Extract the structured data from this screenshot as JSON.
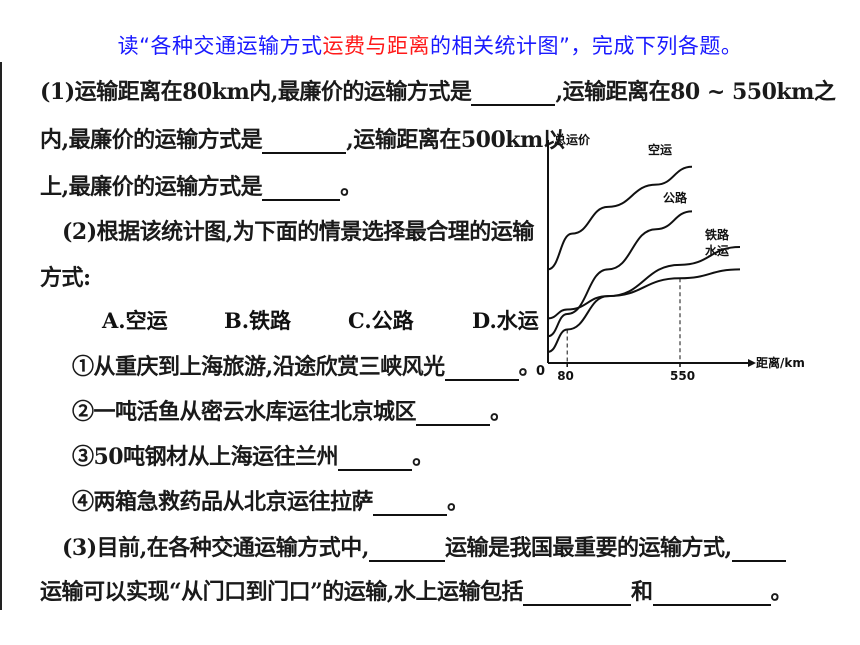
{
  "header": {
    "part1": "读“各种交通运输方式",
    "part_red": "运费与距离",
    "part2": "的相关统计图”，完成下列各题。"
  },
  "q1": {
    "line1a": "(1)运输距离在80km内,最廉价的运输方式是",
    "line1b": ",运输距离在80 ~ 550km之",
    "line2a": "内,最廉价的运输方式是",
    "line2b": ",运输距离在500km以",
    "line3a": "上,最廉价的运输方式是",
    "line3b": "。"
  },
  "q2": {
    "line1": "(2)根据该统计图,为下面的情景选择最合理的运输",
    "line2": "方式:",
    "options": [
      "A.空运",
      "B.铁路",
      "C.公路",
      "D.水运"
    ],
    "items": [
      {
        "text": "①从重庆到上海旅游,沿途欣赏三峡风光",
        "end": "。"
      },
      {
        "text": "②一吨活鱼从密云水库运往北京城区",
        "end": "。"
      },
      {
        "text": "③50吨钢材从上海运往兰州",
        "end": "。"
      },
      {
        "text": "④两箱急救药品从北京运往拉萨",
        "end": "。"
      }
    ]
  },
  "q3": {
    "line1a": "(3)目前,在各种交通运输方式中,",
    "line1b": "运输是我国最重要的运输方式,",
    "line2a": "运输可以实现“从门口到门口”的运输,水上运输包括",
    "line2b": "和",
    "line2c": "。"
  },
  "chart_data": {
    "type": "line",
    "ylabel": "总运价",
    "xlabel": "距离/km",
    "origin_label": "0",
    "x_ticks": [
      80,
      550
    ],
    "series": [
      {
        "name": "空运",
        "x": [
          0,
          100,
          250,
          450,
          600
        ],
        "y": [
          42,
          58,
          70,
          80,
          88
        ]
      },
      {
        "name": "公路",
        "x": [
          0,
          80,
          250,
          450,
          600
        ],
        "y": [
          12,
          22,
          42,
          60,
          68
        ]
      },
      {
        "name": "铁路",
        "x": [
          0,
          80,
          250,
          550,
          800
        ],
        "y": [
          5,
          15,
          30,
          44,
          52
        ]
      },
      {
        "name": "水运",
        "x": [
          0,
          80,
          250,
          550,
          800
        ],
        "y": [
          20,
          24,
          30,
          38,
          42
        ]
      }
    ],
    "color": "#111111"
  }
}
